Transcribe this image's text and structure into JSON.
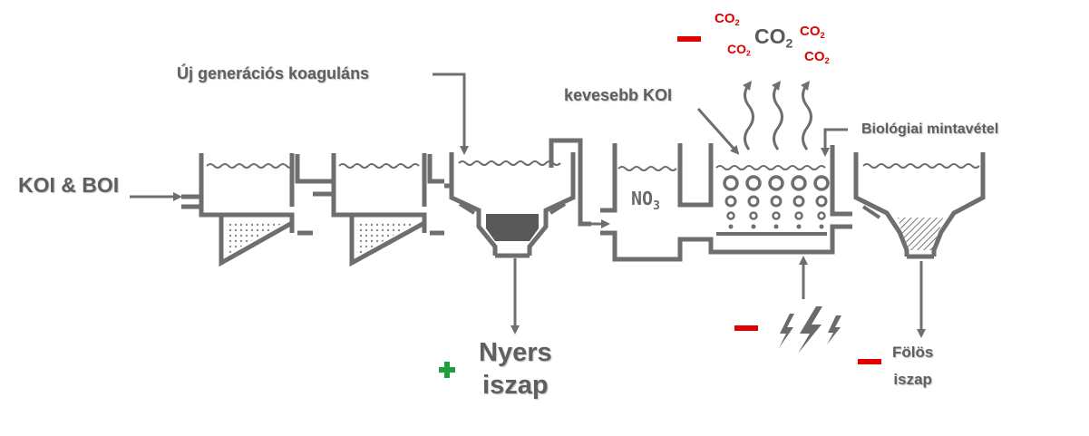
{
  "labels": {
    "input": "KOI & BOI",
    "coagulant": "Új generációs koaguláns",
    "less_cod": "kevesebb KOI",
    "bio_sampling": "Biológiai mintavétel",
    "raw_sludge_line1": "Nyers",
    "raw_sludge_line2": "iszap",
    "excess_sludge_line1": "Fölös",
    "excess_sludge_line2": "iszap",
    "nitrate_main": "NO",
    "nitrate_sub": "3"
  },
  "co2": {
    "main": "CO",
    "sub": "2",
    "small": [
      {
        "main": "CO",
        "sub": "2"
      },
      {
        "main": "CO",
        "sub": "2"
      },
      {
        "main": "CO",
        "sub": "2"
      },
      {
        "main": "CO",
        "sub": "2"
      }
    ]
  },
  "colors": {
    "line": "#6e6e6e",
    "text": "#5f5f5f",
    "minus": "#e00000",
    "plus": "#1e9e3e",
    "co2_small": "#e00000",
    "co2_main": "#5a5a5a"
  },
  "icons": {
    "plus": "plus-icon",
    "minus": "minus-icon",
    "energy": "lightning-icon",
    "steam": "wavy-arrow-icon"
  }
}
